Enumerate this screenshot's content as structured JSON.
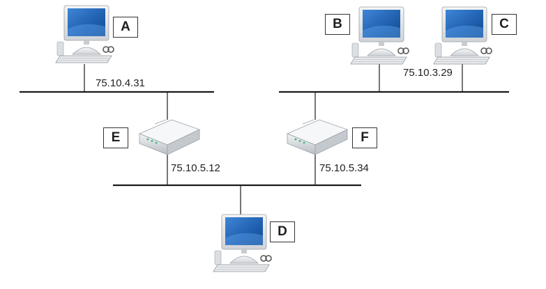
{
  "nodes": {
    "A": {
      "label": "A",
      "type": "computer"
    },
    "B": {
      "label": "B",
      "type": "computer"
    },
    "C": {
      "label": "C",
      "type": "computer"
    },
    "D": {
      "label": "D",
      "type": "computer"
    },
    "E": {
      "label": "E",
      "type": "router"
    },
    "F": {
      "label": "F",
      "type": "router"
    }
  },
  "addresses": {
    "A": "75.10.4.31",
    "C": "75.10.3.29",
    "E": "75.10.5.12",
    "F": "75.10.5.34"
  },
  "colors": {
    "line": "#1a1a1a",
    "screen": "#1f5fae",
    "case": "#e4e6e8",
    "router": "#d9dde0"
  }
}
